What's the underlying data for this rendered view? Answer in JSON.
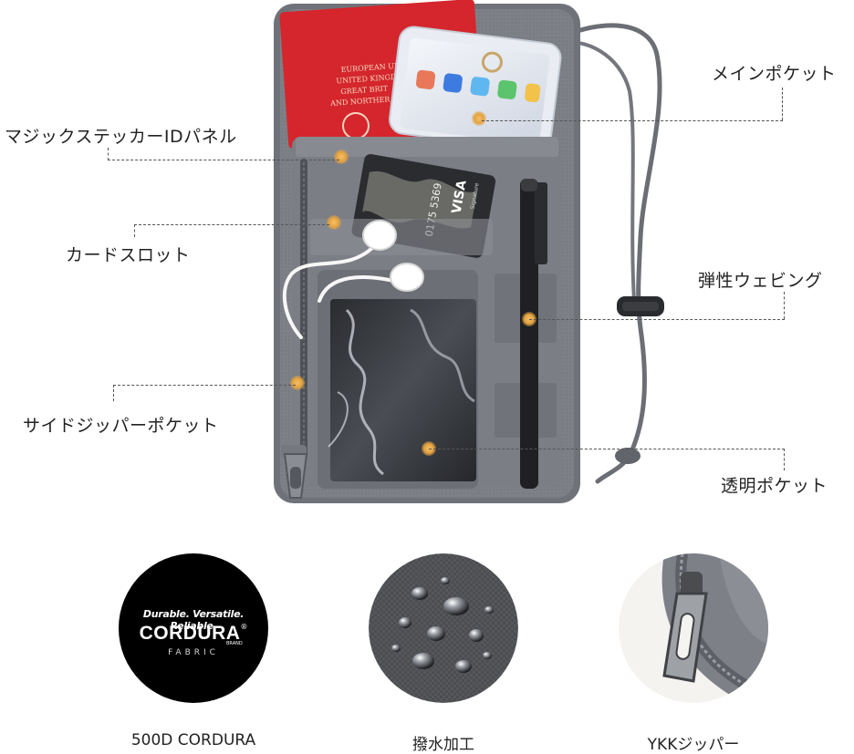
{
  "callouts": {
    "main_pocket": "メインポケット",
    "velcro_id_panel": "マジックステッカーIDパネル",
    "card_slot": "カードスロット",
    "elastic_webbing": "弾性ウェビング",
    "side_zipper_pocket": "サイドジッパーポケット",
    "clear_pocket": "透明ポケット"
  },
  "product_text": {
    "passport_line1": "EUROPEAN UNI",
    "passport_line2": "UNITED KINGD",
    "passport_line3": "GREAT BRIT",
    "passport_line4": "AND NORTHER",
    "card_brand": "VISA",
    "card_sub": "Signature",
    "card_number": "0175 5369"
  },
  "features": [
    {
      "caption": "500D CORDURA",
      "logo_tagline": "Durable. Versatile. Reliable.",
      "logo_brand": "CORDURA",
      "logo_mark": "®",
      "logo_sub": "BRAND",
      "logo_fabric": "FABRIC"
    },
    {
      "caption": "撥水加工"
    },
    {
      "caption": "YKKジッパー"
    }
  ],
  "colors": {
    "body_gray": "#7d8087",
    "dark_gray": "#5c5f65",
    "passport_red": "#d4262c",
    "accent_dot": "#e4a240"
  }
}
